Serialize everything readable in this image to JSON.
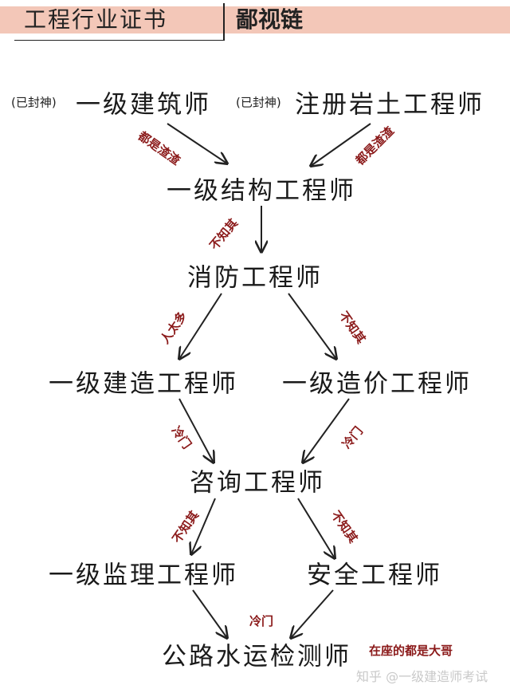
{
  "header": {
    "title": "工程行业证书",
    "subtitle": "鄙视链",
    "band_color": "#f3c7b8"
  },
  "nodes": {
    "architect": "一级建筑师",
    "geotech": "注册岩土工程师",
    "structural": "一级结构工程师",
    "fire": "消防工程师",
    "constructor": "一级建造工程师",
    "cost": "一级造价工程师",
    "consulting": "咨询工程师",
    "supervision": "一级监理工程师",
    "safety": "安全工程师",
    "highway": "公路水运检测师"
  },
  "tags": {
    "architect_tag": "(已封神)",
    "geotech_tag": "(已封神)"
  },
  "edge_labels": {
    "architect_to_structural": "都是渣渣",
    "geotech_to_structural": "都是渣渣",
    "structural_to_fire": "不知其",
    "fire_to_constructor": "人太多",
    "fire_to_cost": "不知其",
    "constructor_to_consulting": "冷门",
    "cost_to_consulting": "冷门",
    "consulting_to_supervision": "不知其",
    "consulting_to_safety": "不知其",
    "bottom": "冷门"
  },
  "footer": {
    "note": "在座的都是大哥",
    "watermark": "知乎 @一级建造师考试"
  },
  "colors": {
    "label_color": "#8b1a1a",
    "line_color": "#222222"
  }
}
